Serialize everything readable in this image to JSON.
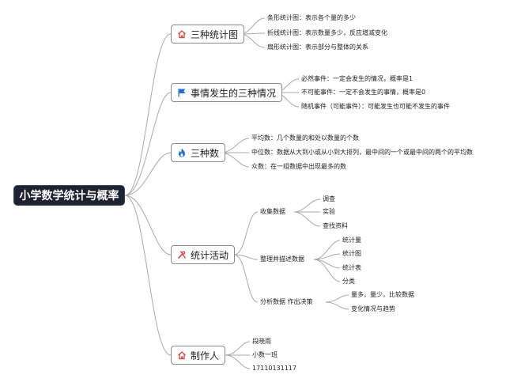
{
  "root": {
    "label": "小学数学统计与概率"
  },
  "branches": [
    {
      "label": "三种统计图",
      "icon": "home-icon",
      "items": [
        "条形统计图：表示各个量的多少",
        "折线统计图：表示数量多少，反应增减变化",
        "扇形统计图：表示部分与整体的关系"
      ]
    },
    {
      "label": "事情发生的三种情况",
      "icon": "flag-icon",
      "items": [
        "必然事件：一定会发生的情况，概率是1",
        "不可能事件：一定不会发生的事情，概率是0",
        "随机事件（可能事件）：可能发生也可能不发生的事件"
      ]
    },
    {
      "label": "三种数",
      "icon": "fire-icon",
      "items": [
        "平均数：几个数量的和处以数量的个数",
        "中位数：数据从大到小或从小到大排列，最中间的一个或最中间的两个的平均数",
        "众数：在一组数据中出现最多的数"
      ]
    },
    {
      "label": "统计活动",
      "icon": "tools-icon",
      "groups": [
        {
          "label": "收集数据",
          "items": [
            "调查",
            "实验",
            "查找资料"
          ]
        },
        {
          "label": "整理并描述数据",
          "items": [
            "统计量",
            "统计图",
            "统计表",
            "分类"
          ]
        },
        {
          "label": "分析数据 作出决策",
          "items": [
            "量多，量少，比较数据",
            "变化情况与趋势"
          ]
        }
      ]
    },
    {
      "label": "制作人",
      "icon": "home-icon",
      "items": [
        "段晓雨",
        "小数一班",
        "17110131117"
      ]
    }
  ],
  "colors": {
    "line": "#a9a9a9",
    "root_bg": "#1f2230",
    "icon_red": "#e0473f",
    "icon_blue": "#1f6fd6",
    "icon_orange": "#f08a24"
  }
}
